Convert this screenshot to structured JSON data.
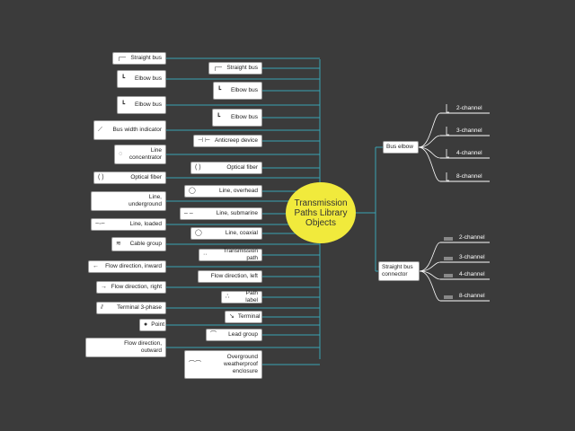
{
  "center": {
    "title": "Transmission\nPaths Library\nObjects"
  },
  "left_nodes": [
    {
      "label": "Straight bus",
      "icon": "straight-bus-icon"
    },
    {
      "label": "Straight bus",
      "icon": "straight-bus-icon"
    },
    {
      "label": "Elbow bus",
      "icon": "elbow-bus-icon"
    },
    {
      "label": "Elbow bus",
      "icon": "elbow-bus-icon"
    },
    {
      "label": "Elbow bus",
      "icon": "elbow-bus-icon"
    },
    {
      "label": "Elbow bus",
      "icon": "elbow-bus-icon"
    },
    {
      "label": "Bus width indicator",
      "icon": "bus-width-icon"
    },
    {
      "label": "Anticreep device",
      "icon": "anticreep-icon"
    },
    {
      "label": "Line\nconcentrator",
      "icon": "line-concentrator-icon"
    },
    {
      "label": "Optical fiber",
      "icon": "optical-fiber-icon"
    },
    {
      "label": "Optical fiber",
      "icon": "optical-fiber-icon"
    },
    {
      "label": "Line, overhead",
      "icon": "line-overhead-icon"
    },
    {
      "label": "Line,\nunderground",
      "icon": "line-underground-icon"
    },
    {
      "label": "Line, submarine",
      "icon": "line-submarine-icon"
    },
    {
      "label": "Line, loaded",
      "icon": "line-loaded-icon"
    },
    {
      "label": "Line, coaxial",
      "icon": "line-coaxial-icon"
    },
    {
      "label": "Cable group",
      "icon": "cable-group-icon"
    },
    {
      "label": "Transmission path",
      "icon": "transmission-path-icon"
    },
    {
      "label": "Flow direction, inward",
      "icon": "flow-inward-icon"
    },
    {
      "label": "Flow direction, left",
      "icon": "flow-left-icon"
    },
    {
      "label": "Flow direction, right",
      "icon": "flow-right-icon"
    },
    {
      "label": "Path label",
      "icon": "path-label-icon"
    },
    {
      "label": "Terminal 3-phase",
      "icon": "terminal-3phase-icon"
    },
    {
      "label": "Terminal",
      "icon": "terminal-icon"
    },
    {
      "label": "Point",
      "icon": "point-icon"
    },
    {
      "label": "Lead group",
      "icon": "lead-group-icon"
    },
    {
      "label": "Flow direction,\noutward",
      "icon": "flow-outward-icon"
    },
    {
      "label": "Overground\nweatherproof\nenclosure",
      "icon": "enclosure-icon"
    }
  ],
  "right_groups": [
    {
      "label": "Bus elbow",
      "leaves": [
        "2-channel",
        "3-channel",
        "4-channel",
        "8-channel"
      ]
    },
    {
      "label": "Straight bus\nconnector",
      "leaves": [
        "2-channel",
        "3-channel",
        "4-channel",
        "8-channel"
      ]
    }
  ]
}
